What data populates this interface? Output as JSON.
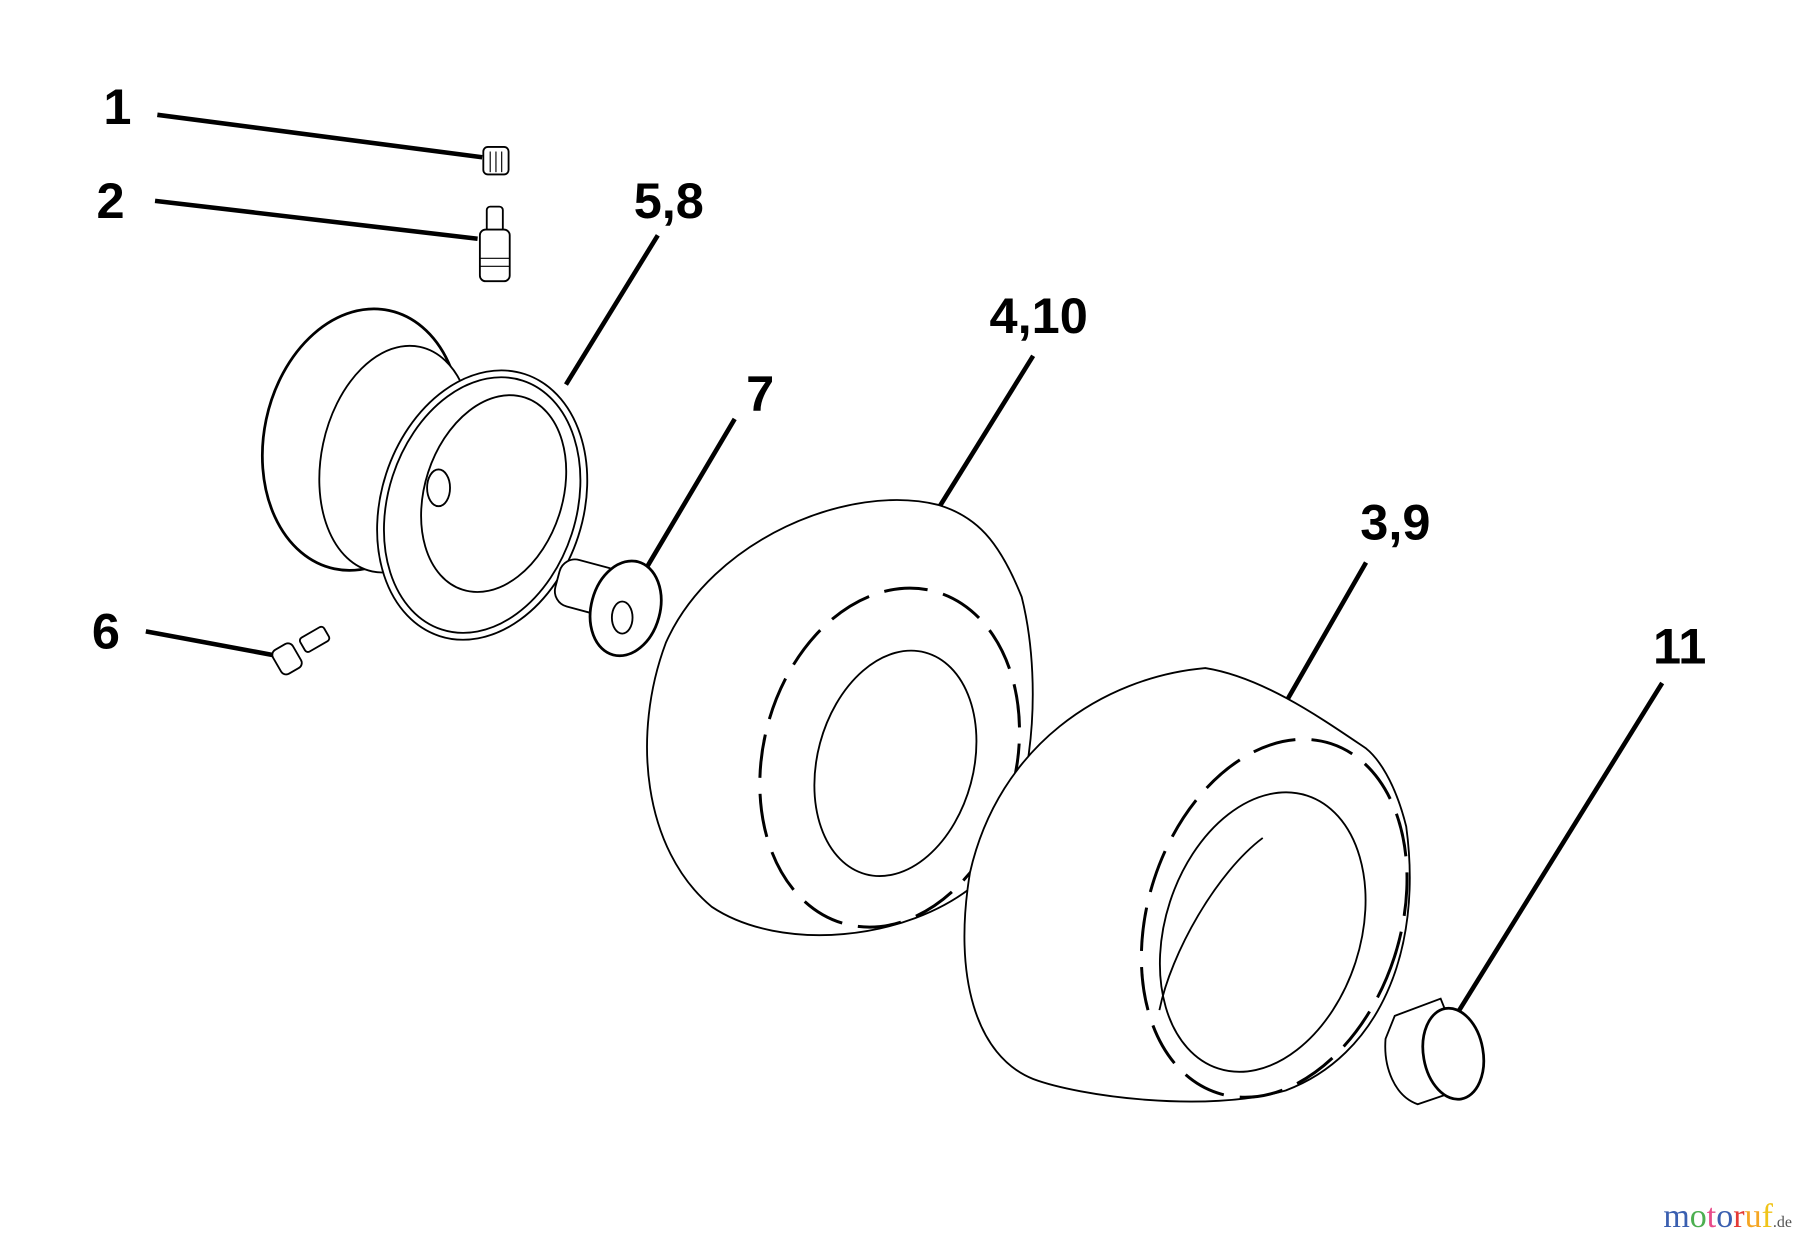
{
  "labels": {
    "p1": "1",
    "p2": "2",
    "p58": "5,8",
    "p7": "7",
    "p410": "4,10",
    "p39": "3,9",
    "p11": "11",
    "p6": "6"
  },
  "watermark": {
    "name": "motoruf",
    "suffix": ".de",
    "colors": [
      "#3a5fb0",
      "#4caf50",
      "#e84a8a",
      "#e53935",
      "#f5a623",
      "#f0c419"
    ]
  }
}
